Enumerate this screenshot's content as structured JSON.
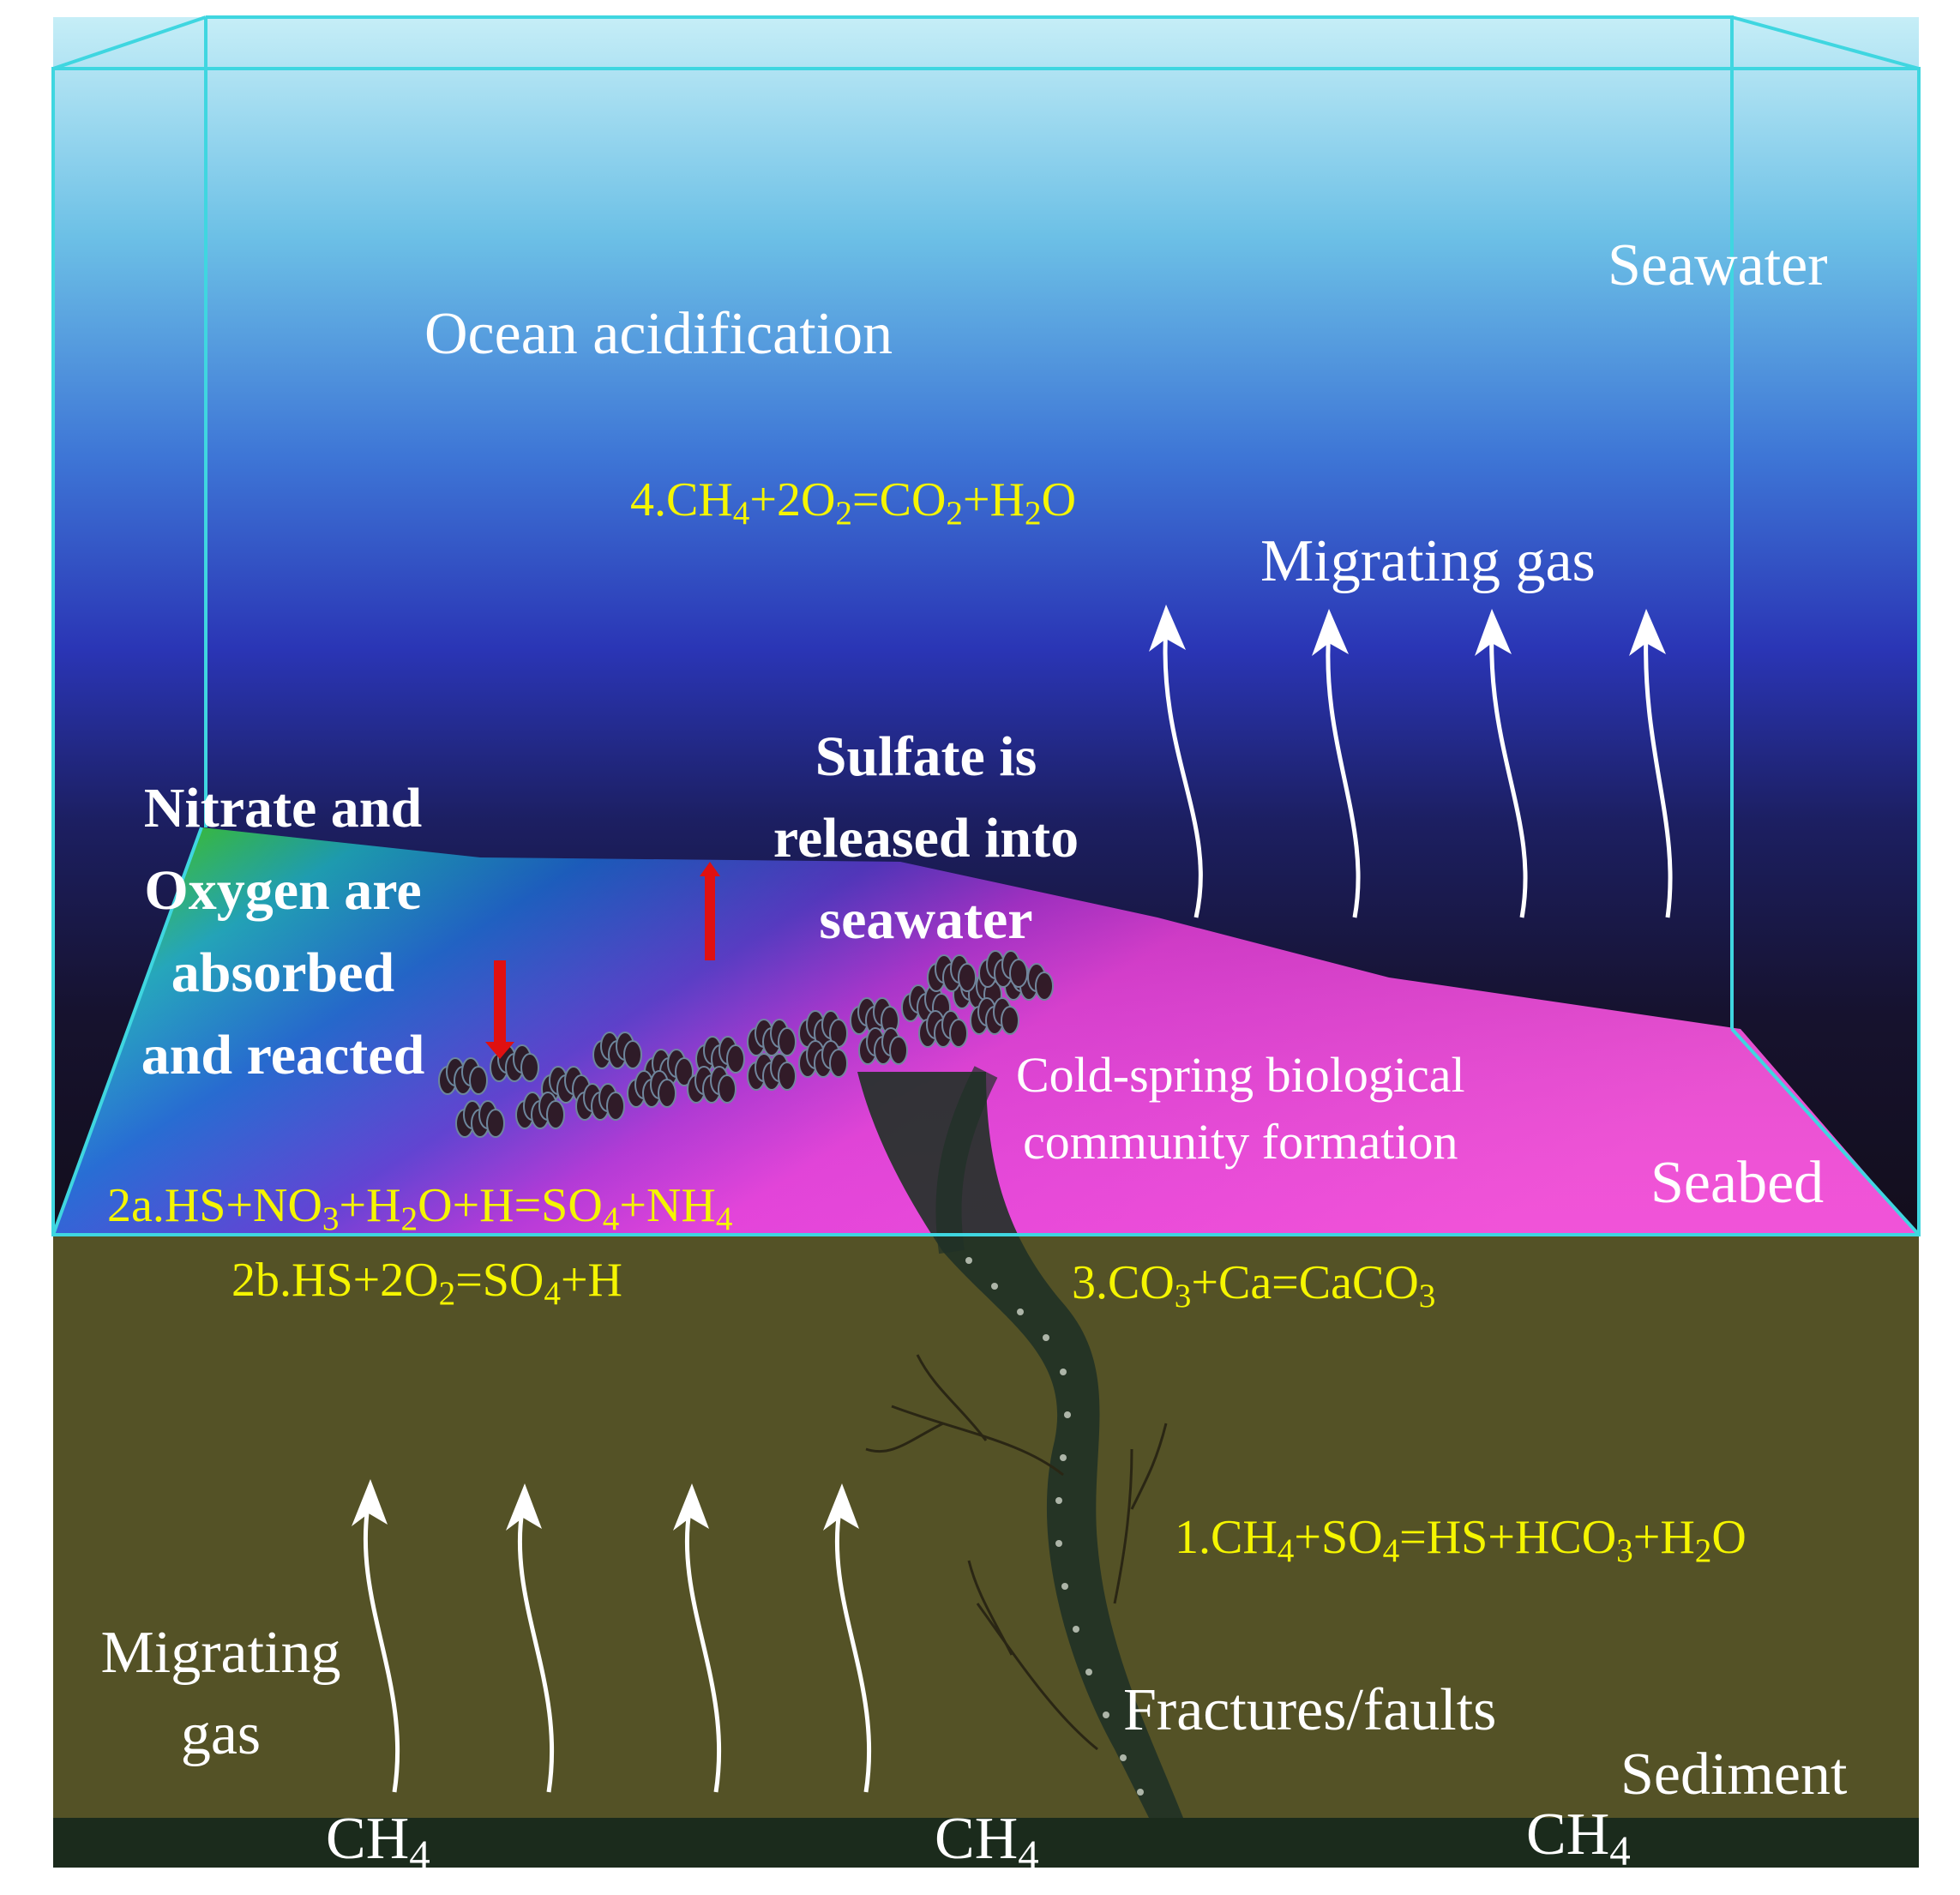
{
  "labels": {
    "seawater": "Seawater",
    "ocean_acidification": "Ocean acidification",
    "migrating_gas_top": "Migrating gas",
    "sulfate_released": [
      "Sulfate is",
      "released into",
      "seawater"
    ],
    "nitrate_oxygen": [
      "Nitrate and",
      "Oxygen are",
      "absorbed",
      "and reacted"
    ],
    "cold_spring": [
      "Cold-spring biological",
      "community formation"
    ],
    "seabed": "Seabed",
    "sediment": "Sediment",
    "fractures": "Fractures/faults",
    "migrating_gas_bottom": [
      "Migrating",
      "gas"
    ]
  },
  "equations": {
    "eq4": {
      "pre": "4.CH",
      "s1": "4",
      "m1": "+2O",
      "s2": "2",
      "m2": "=CO",
      "s3": "2",
      "m3": "+H",
      "s4": "2",
      "post": "O"
    },
    "eq2a": {
      "pre": "2a.HS+NO",
      "s1": "3",
      "m1": "+H",
      "s2": "2",
      "m2": "O+H=SO",
      "s3": "4",
      "m3": "+NH",
      "s4": "4"
    },
    "eq2b": {
      "pre": "2b.HS+2O",
      "s1": "2",
      "m1": "=SO",
      "s2": "4",
      "post": "+H"
    },
    "eq3": {
      "pre": "3.CO",
      "s1": "3",
      "m1": "+Ca=CaCO",
      "s2": "3"
    },
    "eq1": {
      "pre": "1.CH",
      "s1": "4",
      "m1": "+SO",
      "s2": "4",
      "m2": "=HS+HCO",
      "s3": "3",
      "m3": "+H",
      "s4": "2",
      "post": "O"
    }
  },
  "methane": {
    "base": "CH",
    "sub": "4"
  },
  "colors": {
    "frame": "#3fd6e0",
    "water_top": "#c4ecf6",
    "water_mid": "#2c3fc0",
    "water_deep": "#150f30",
    "seabed_magenta": "#e23ad8",
    "sediment": "#545226",
    "bedrock": "#1b2b1c",
    "equation_yellow": "#f5f500",
    "flux_arrow_red": "#e01010"
  }
}
